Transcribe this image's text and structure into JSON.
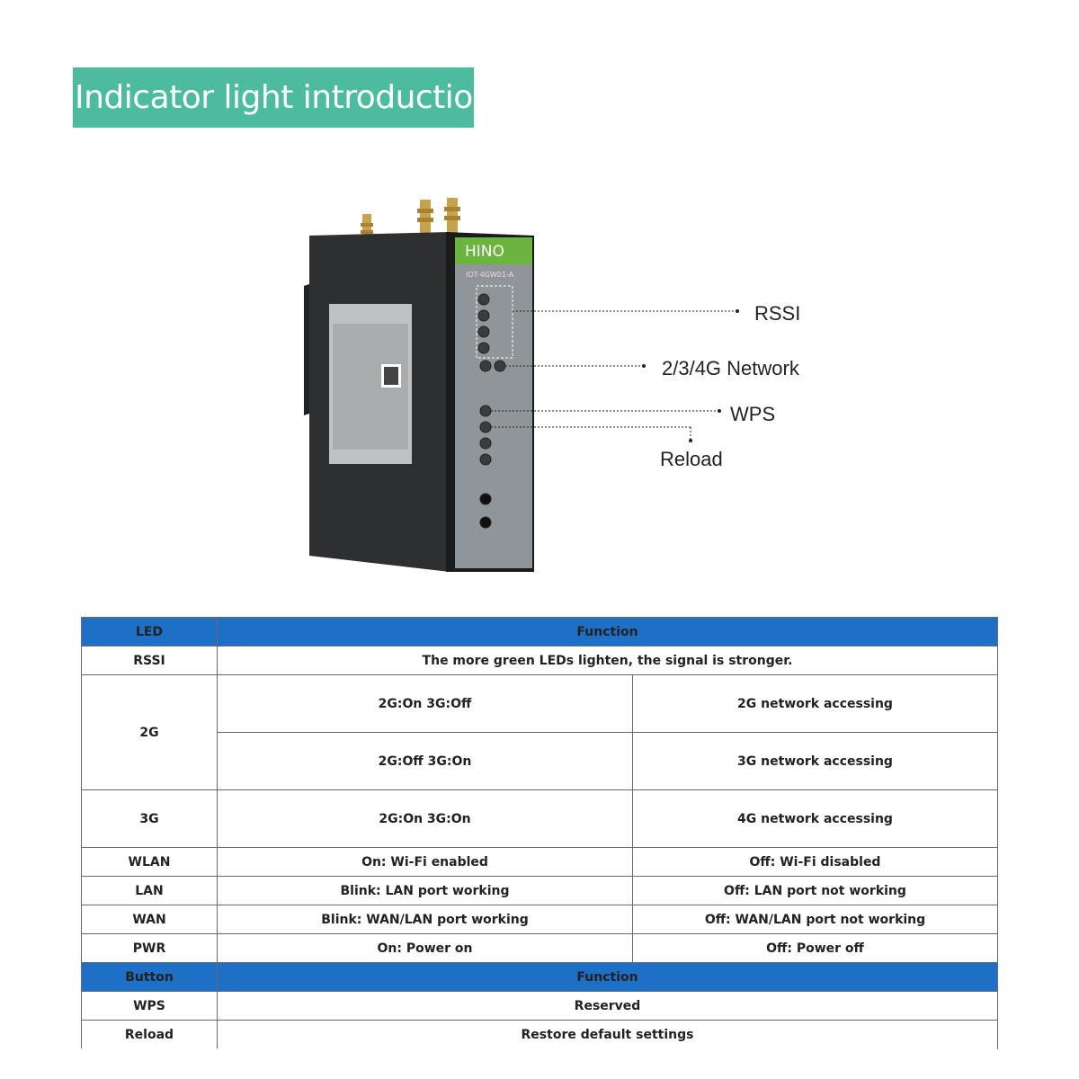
{
  "header": {
    "title": "Indicator light introduction"
  },
  "device": {
    "brand": "HINO",
    "model": "IOT-4GW01-A",
    "callouts": {
      "rssi": "RSSI",
      "network": "2/3/4G Network",
      "wps": "WPS",
      "reload": "Reload"
    }
  },
  "led_table": {
    "headers": {
      "col1": "LED",
      "col2": "Function"
    },
    "rssi": {
      "led": "RSSI",
      "function": "The more green LEDs lighten, the signal is stronger."
    },
    "net_leds": {
      "g2": "2G",
      "g3": "3G"
    },
    "net_rows": [
      {
        "state": "2G:On 3G:Off",
        "function": "2G network accessing"
      },
      {
        "state": "2G:Off 3G:On",
        "function": "3G network accessing"
      },
      {
        "state": "2G:On 3G:On",
        "function": "4G network accessing"
      }
    ],
    "rows": [
      {
        "led": "WLAN",
        "on": "On: Wi-Fi enabled",
        "off": "Off: Wi-Fi disabled"
      },
      {
        "led": "LAN",
        "on": "Blink: LAN port working",
        "off": "Off: LAN port not working"
      },
      {
        "led": "WAN",
        "on": "Blink: WAN/LAN port working",
        "off": "Off: WAN/LAN port not working"
      },
      {
        "led": "PWR",
        "on": "On: Power on",
        "off": "Off: Power off"
      }
    ]
  },
  "button_table": {
    "headers": {
      "col1": "Button",
      "col2": "Function"
    },
    "rows": [
      {
        "button": "WPS",
        "function": "Reserved"
      },
      {
        "button": "Reload",
        "function": "Restore default settings"
      }
    ]
  }
}
